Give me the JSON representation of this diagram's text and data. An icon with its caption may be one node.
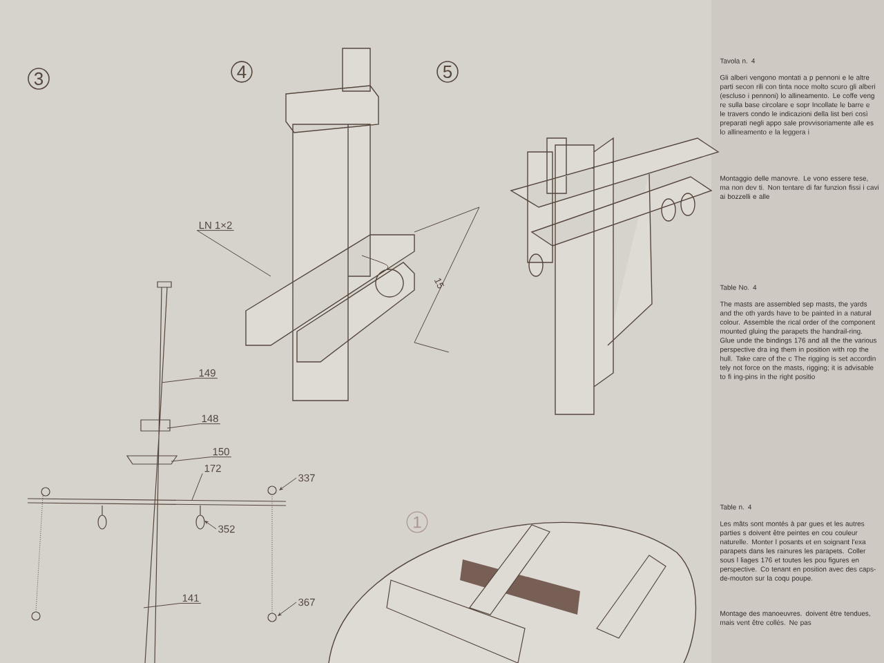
{
  "diagram": {
    "nodes": [
      {
        "text": [
          "3"
        ]
      },
      {
        "text": [
          "4"
        ]
      },
      {
        "text": [
          "5"
        ]
      },
      {
        "text": [
          "1"
        ]
      },
      {
        "text": [
          "LN 1×2"
        ]
      },
      {
        "text": [
          "149"
        ]
      },
      {
        "text": [
          "148"
        ]
      },
      {
        "text": [
          "150"
        ]
      },
      {
        "text": [
          "172"
        ]
      },
      {
        "text": [
          "337"
        ]
      },
      {
        "text": [
          "352"
        ]
      },
      {
        "text": [
          "367"
        ]
      },
      {
        "text": [
          "141"
        ]
      }
    ],
    "edges": [
      {
        "from": 4,
        "to": null,
        "arrow": "none"
      },
      {
        "from": 5,
        "to": null,
        "arrow": "none"
      },
      {
        "from": 6,
        "to": null,
        "arrow": "none"
      },
      {
        "from": 7,
        "to": null,
        "arrow": "none"
      },
      {
        "from": 8,
        "to": null,
        "arrow": "none"
      },
      {
        "from": 9,
        "to": null,
        "arrow": "to"
      },
      {
        "from": 10,
        "to": null,
        "arrow": "to"
      },
      {
        "from": 11,
        "to": null,
        "arrow": "to"
      },
      {
        "from": 12,
        "to": null,
        "arrow": "none"
      }
    ],
    "labels": [
      "15",
      "Tavola n. 4",
      "Gli alberi vengono montati a p pennoni e le altre parti secon rili con tinta noce molto scuro gli alberi (escluso i pennoni) lo allineamento. Le coffe veng re sulla base circolare e sopr Incollate le barre e le travers condo le indicazioni della list beri così preparati negli appo sale provvisoriamente alle es lo allineamento e la leggera i",
      "Montaggio delle manovre. Le vono essere tese, ma non dev ti. Non tentare di far funzion fissi i cavi ai bozzelli e alle",
      "Table No. 4",
      "The masts are assembled sep masts, the yards and the oth yards have to be painted in a natural colour. Assemble the rical order of the component mounted gluing the parapets the handrail-ring. Glue unde the bindings 176 and all the the various perspective dra ing them in position with rop the hull. Take care of the c The rigging is set accordin tely not force on the masts, rigging; it is advisable to fi ing-pins in the right positio",
      "Table n. 4",
      "Les mâts sont montés à par gues et les autres parties s doivent être peintes en cou couleur naturelle. Monter l posants et en soignant l'exa parapets dans les rainures les parapets. Coller sous l liages 176 et toutes les pou figures en perspective. Co tenant en position avec des caps-de-mouton sur la coqu poupe.",
      "Montage des manoeuvres. doivent être tendues, mais vent être collés. Ne pas"
    ]
  }
}
